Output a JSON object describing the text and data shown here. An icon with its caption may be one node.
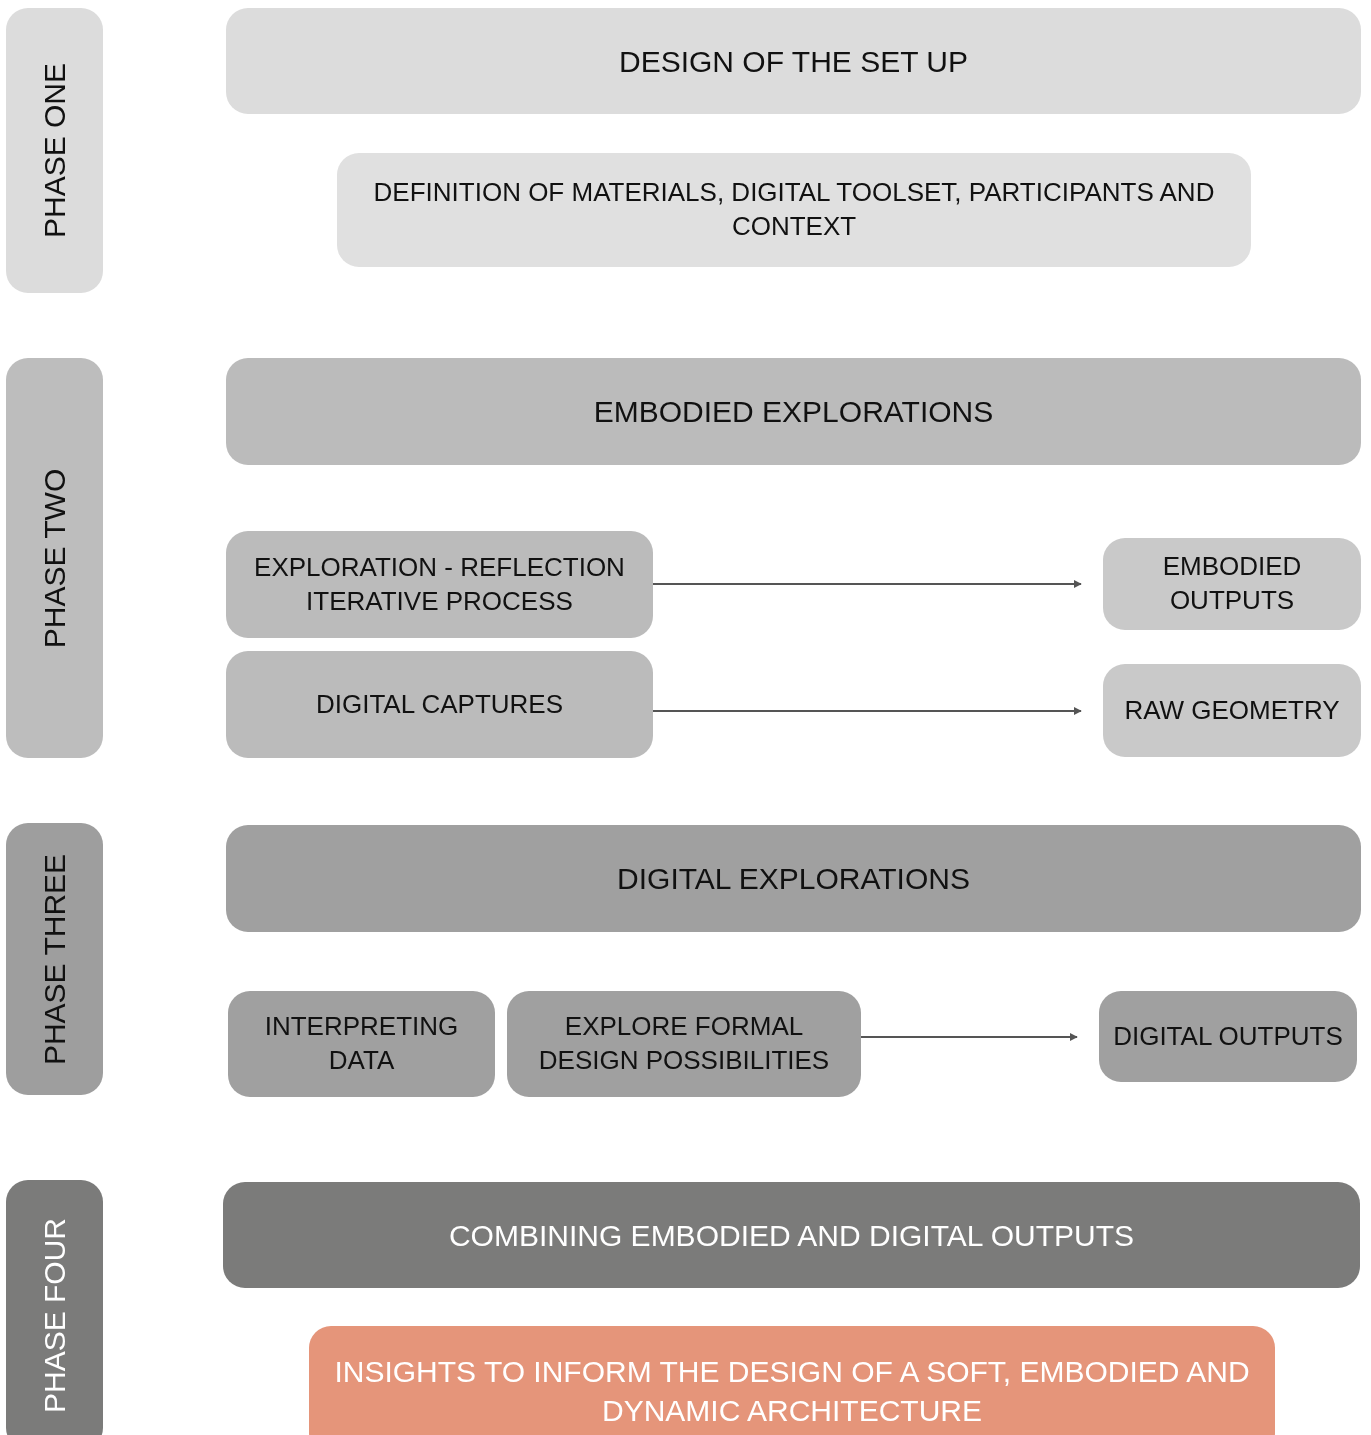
{
  "diagram": {
    "nodes": [
      {
        "text": [
          "PHASE ONE"
        ]
      },
      {
        "text": [
          "DESIGN OF THE SET UP"
        ]
      },
      {
        "text": [
          "DEFINITION OF MATERIALS, DIGITAL TOOLSET, PARTICIPANTS AND CONTEXT"
        ]
      },
      {
        "text": [
          "PHASE TWO"
        ]
      },
      {
        "text": [
          "EMBODIED EXPLORATIONS"
        ]
      },
      {
        "text": [
          "EXPLORATION - REFLECTION ITERATIVE PROCESS"
        ]
      },
      {
        "text": [
          "EMBODIED OUTPUTS"
        ]
      },
      {
        "text": [
          "DIGITAL CAPTURES"
        ]
      },
      {
        "text": [
          "RAW GEOMETRY"
        ]
      },
      {
        "text": [
          "PHASE THREE"
        ]
      },
      {
        "text": [
          "DIGITAL EXPLORATIONS"
        ]
      },
      {
        "text": [
          "INTERPRETING DATA"
        ]
      },
      {
        "text": [
          "EXPLORE FORMAL DESIGN POSSIBILITIES"
        ]
      },
      {
        "text": [
          "DIGITAL OUTPUTS"
        ]
      },
      {
        "text": [
          "PHASE FOUR"
        ]
      },
      {
        "text": [
          "COMBINING EMBODIED AND DIGITAL OUTPUTS"
        ]
      },
      {
        "text": [
          "INSIGHTS TO INFORM THE DESIGN OF A SOFT, EMBODIED AND DYNAMIC ARCHITECTURE"
        ]
      }
    ],
    "edges": [
      {
        "from": 5,
        "to": 6,
        "arrow": "to"
      },
      {
        "from": 7,
        "to": 8,
        "arrow": "to"
      },
      {
        "from": 12,
        "to": 13,
        "arrow": "to"
      }
    ]
  }
}
